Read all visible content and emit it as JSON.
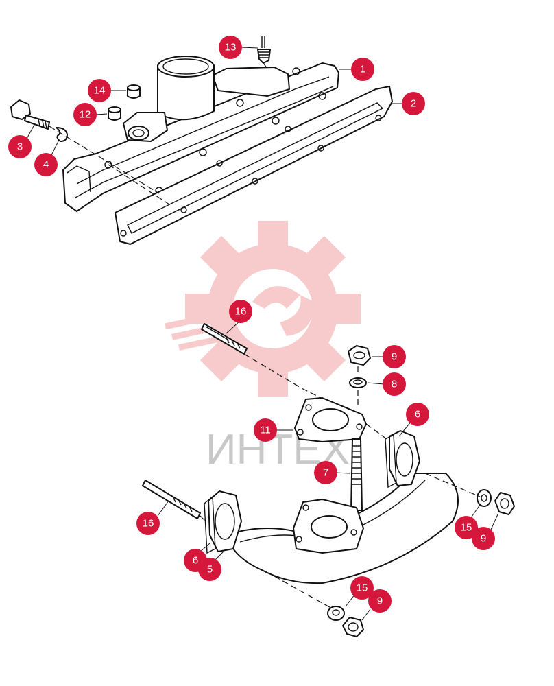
{
  "watermark": {
    "text": "ИНТЕХ"
  },
  "colors": {
    "callout": "#d4173a",
    "watermark_logo": "#f7c6c6",
    "watermark_text": "#c8c8c8",
    "line": "#111111"
  },
  "callouts": [
    {
      "id": "c1",
      "label": "1"
    },
    {
      "id": "c2",
      "label": "2"
    },
    {
      "id": "c3",
      "label": "3"
    },
    {
      "id": "c4",
      "label": "4"
    },
    {
      "id": "c5",
      "label": "5"
    },
    {
      "id": "c6a",
      "label": "6"
    },
    {
      "id": "c6b",
      "label": "6"
    },
    {
      "id": "c7",
      "label": "7"
    },
    {
      "id": "c8",
      "label": "8"
    },
    {
      "id": "c9a",
      "label": "9"
    },
    {
      "id": "c9b",
      "label": "9"
    },
    {
      "id": "c9c",
      "label": "9"
    },
    {
      "id": "c11",
      "label": "11"
    },
    {
      "id": "c12",
      "label": "12"
    },
    {
      "id": "c13",
      "label": "13"
    },
    {
      "id": "c14",
      "label": "14"
    },
    {
      "id": "c15a",
      "label": "15"
    },
    {
      "id": "c15b",
      "label": "15"
    },
    {
      "id": "c16a",
      "label": "16"
    },
    {
      "id": "c16b",
      "label": "16"
    }
  ]
}
